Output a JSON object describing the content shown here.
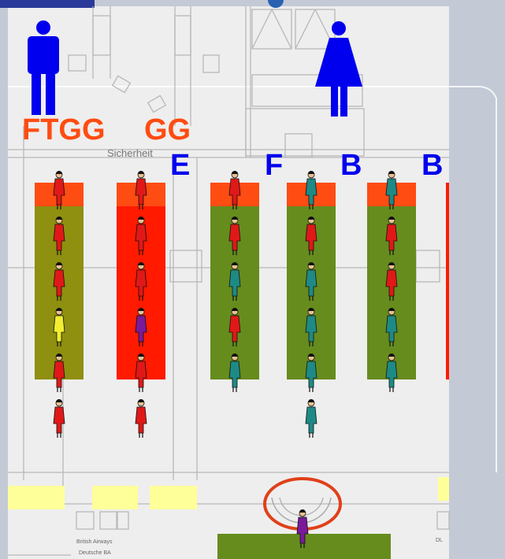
{
  "restroom_icons": {
    "male": "male-person-icon",
    "female": "female-person-icon"
  },
  "zone_labels": {
    "left": "FTGG",
    "right": "GG"
  },
  "security_label": "Sicherheit",
  "queue_labels": [
    "E",
    "F",
    "B",
    "B"
  ],
  "bottom_texts": [
    "British Airways",
    "Deutsche BA",
    "DL"
  ],
  "colors": {
    "background": "#c3cad6",
    "floor": "#eeeeee",
    "orange": "#ff4c12",
    "red": "#ff1a00",
    "olive": "#8f8f10",
    "green": "#668c1e",
    "blue": "#0000ee",
    "yellow": "#ffff99",
    "highlight_ring": "#e0401a",
    "person_red": "#e01818",
    "person_teal": "#1e8a86",
    "person_purple": "#7a1a9a",
    "person_yellow": "#f2ee30"
  },
  "queues": [
    {
      "label": "",
      "head_color": "orange",
      "body_color": "olive",
      "people": [
        "red",
        "red",
        "red",
        "yellow",
        "red",
        "red"
      ]
    },
    {
      "label": "",
      "head_color": "orange",
      "body_color": "red",
      "people": [
        "red",
        "red",
        "red",
        "purple",
        "red",
        "red"
      ]
    },
    {
      "label": "E",
      "head_color": "orange",
      "body_color": "green",
      "people": [
        "red",
        "red",
        "teal",
        "red",
        "teal"
      ]
    },
    {
      "label": "F",
      "head_color": "orange",
      "body_color": "green",
      "people": [
        "teal",
        "red",
        "teal",
        "teal",
        "teal",
        "teal"
      ]
    },
    {
      "label": "B",
      "head_color": "orange",
      "body_color": "green",
      "people": [
        "teal",
        "red",
        "red",
        "teal",
        "teal"
      ]
    }
  ],
  "highlighted_person": "purple"
}
